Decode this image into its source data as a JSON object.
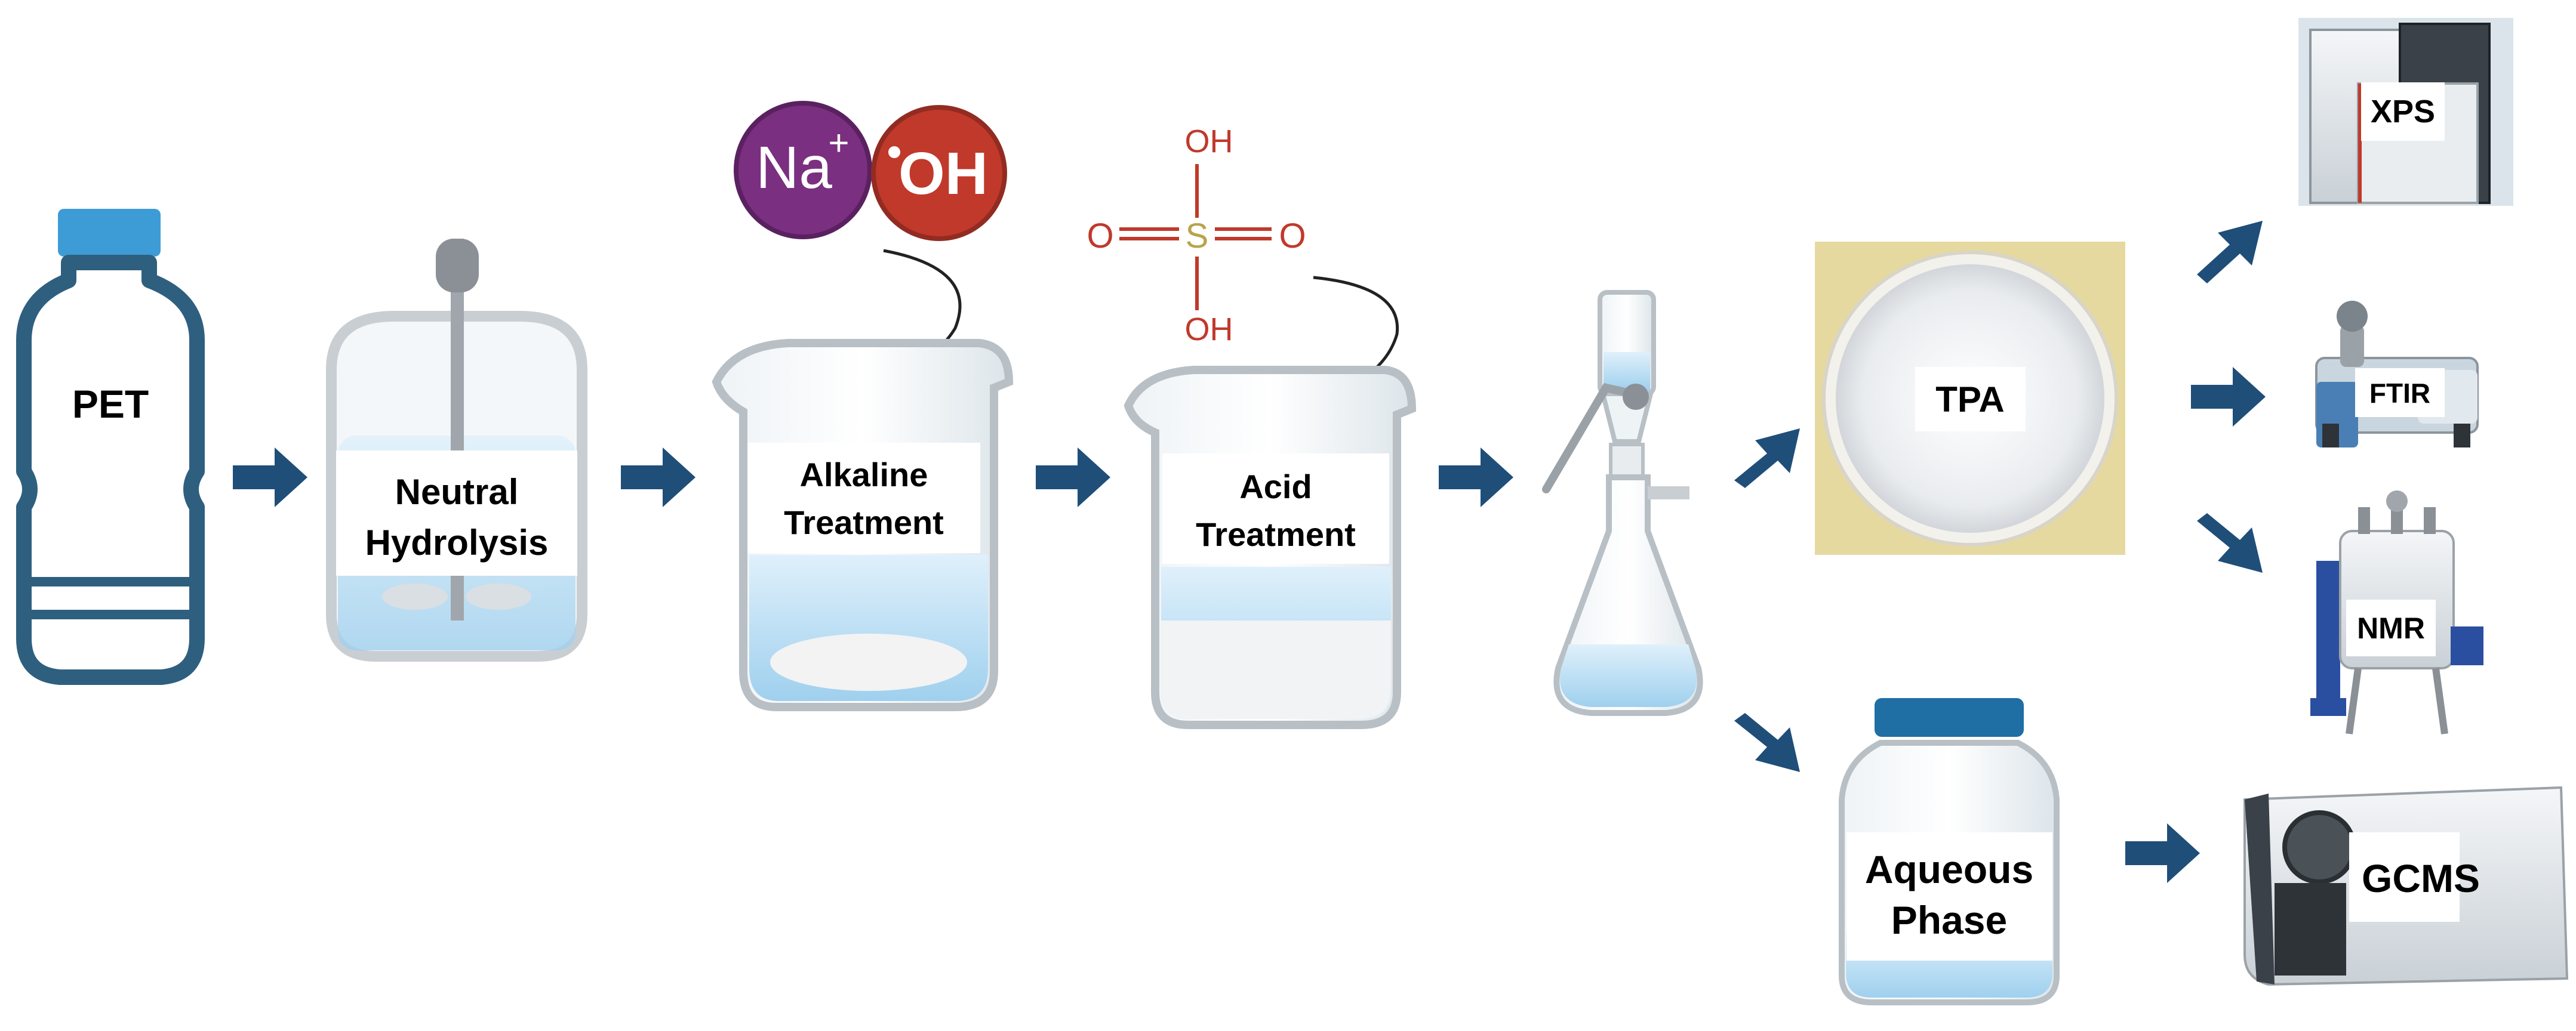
{
  "steps": {
    "pet": "PET",
    "neutral_line1": "Neutral",
    "neutral_line2": "Hydrolysis",
    "alkaline_line1": "Alkaline",
    "alkaline_line2": "Treatment",
    "acid_line1": "Acid",
    "acid_line2": "Treatment"
  },
  "reagents": {
    "sodium": "Na",
    "sodium_charge": "+",
    "hydroxide": "OH",
    "sulfuric_oh_top": "OH",
    "sulfuric_oh_bottom": "OH",
    "sulfuric_o_left": "O",
    "sulfuric_o_right": "O",
    "sulfuric_s": "S"
  },
  "products": {
    "tpa": "TPA",
    "aqueous_line1": "Aqueous",
    "aqueous_line2": "Phase"
  },
  "analysis": {
    "xps": "XPS",
    "ftir": "FTIR",
    "nmr": "NMR",
    "gcms": "GCMS"
  },
  "colors": {
    "arrow": "#1f4e79",
    "bottle_outline": "#2f5f7f",
    "bottle_cap": "#3d9bd6",
    "liquid": "#cfe8f7",
    "sodium_circle": "#7b2f80",
    "hydroxide_circle": "#c0392b",
    "sulfuric_atoms": "#c0392b",
    "sulfur": "#b8a44a",
    "tpa_background": "#e8dca0",
    "jar_cap": "#1f6fa5"
  }
}
